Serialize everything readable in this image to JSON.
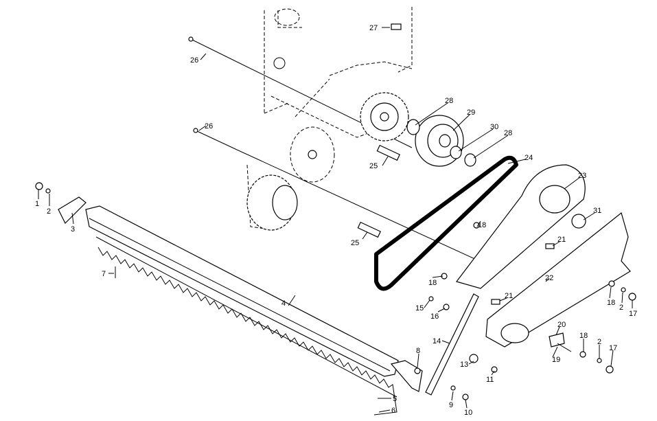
{
  "diagram": {
    "type": "exploded-parts-diagram",
    "callouts": [
      "27",
      "26",
      "28",
      "29",
      "30",
      "28",
      "26",
      "24",
      "25",
      "23",
      "1",
      "2",
      "3",
      "31",
      "18",
      "21",
      "25",
      "7",
      "18",
      "22",
      "21",
      "18",
      "2",
      "17",
      "15",
      "16",
      "4",
      "20",
      "14",
      "18",
      "2",
      "17",
      "19",
      "8",
      "13",
      "11",
      "5",
      "9",
      "6",
      "10"
    ]
  }
}
